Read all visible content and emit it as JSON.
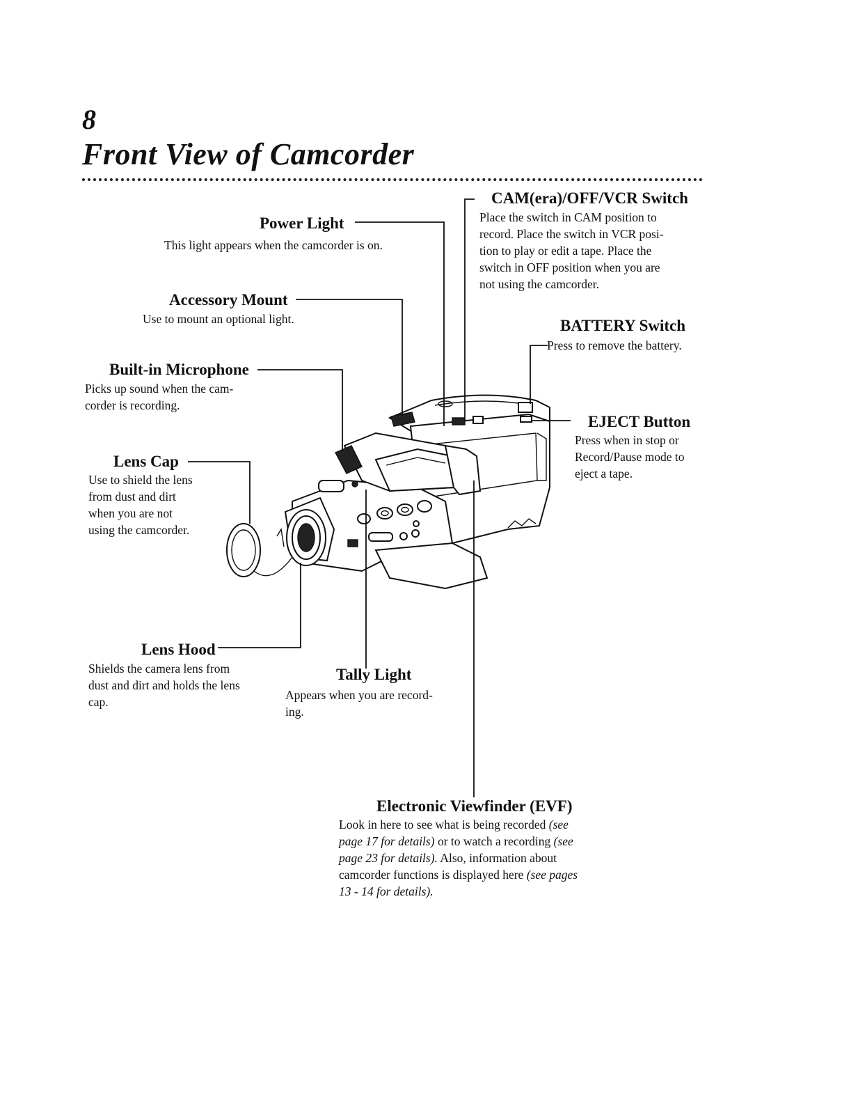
{
  "page": {
    "number": "8",
    "title": "Front View of Camcorder"
  },
  "callouts": {
    "power_light": {
      "title": "Power Light",
      "desc": "This light appears when the camcorder is on."
    },
    "accessory_mount": {
      "title": "Accessory Mount",
      "desc": "Use to mount an optional light."
    },
    "builtin_microphone": {
      "title": "Built-in Microphone",
      "desc_lines": [
        "Picks up sound when the cam-",
        "corder is recording."
      ]
    },
    "lens_cap": {
      "title": "Lens Cap",
      "desc_lines": [
        "Use to shield the lens",
        "from dust and dirt",
        "when you are not",
        "using the camcorder."
      ]
    },
    "lens_hood": {
      "title": "Lens Hood",
      "desc_lines": [
        "Shields the camera lens from",
        "dust and dirt and holds the lens",
        "cap."
      ]
    },
    "tally_light": {
      "title": "Tally Light",
      "desc_lines": [
        "Appears when you are record-",
        "ing."
      ]
    },
    "cam_off_vcr_switch": {
      "title": "CAM(era)/OFF/VCR Switch",
      "desc_lines": [
        "Place the switch in CAM position to",
        "record.  Place the switch in VCR posi-",
        "tion to play or edit a tape.  Place the",
        "switch in OFF position when you are",
        "not using the camcorder."
      ]
    },
    "battery_switch": {
      "title": "BATTERY Switch",
      "desc": "Press to remove the battery."
    },
    "eject_button": {
      "title": "EJECT Button",
      "desc_lines": [
        "Press when in stop or",
        "Record/Pause mode to",
        "eject a tape."
      ]
    },
    "evf": {
      "title": "Electronic Viewfinder (EVF)",
      "desc_1": "Look in here to see what is being recorded ",
      "desc_1_ref": "(see",
      "desc_2_ref": "page 17 for details)",
      "desc_2": " or to watch a recording ",
      "desc_2_ref2": "(see",
      "desc_3_ref": "page 23 for details).",
      "desc_3": "  Also, information about",
      "desc_4": "camcorder functions is displayed here ",
      "desc_4_ref": "(see pages",
      "desc_5_ref": "13 - 14  for details)."
    }
  }
}
